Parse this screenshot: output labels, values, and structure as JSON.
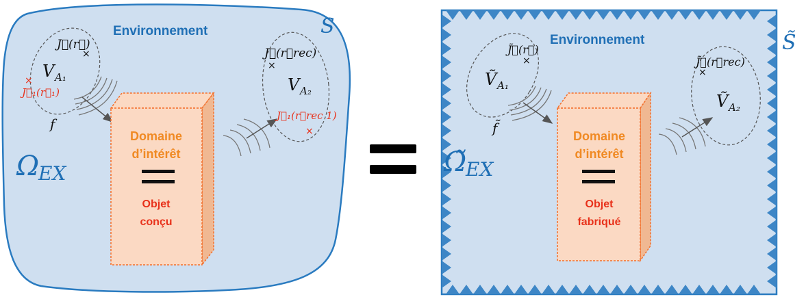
{
  "left": {
    "env_label": "Environnement",
    "surface_label": "S",
    "omega_label": "Ω",
    "omega_sub": "EX",
    "source_current": "J⃗(r⃗)",
    "antenna1": "V",
    "antenna1_sub": "A₁",
    "antenna1_red": "J⃗₁(r⃗₁)",
    "freq": "f",
    "antenna2_current": "J⃗(r⃗rec)",
    "antenna2": "V",
    "antenna2_sub": "A₂",
    "antenna2_red": "J⃗₁(r⃗rec 1)",
    "domain_line1": "Domaine",
    "domain_line2": "d’intérêt",
    "object_line1": "Objet",
    "object_line2": "conçu"
  },
  "equals": "=",
  "right": {
    "env_label": "Environnement",
    "surface_label": "S̃",
    "omega_label": "Ω̃",
    "omega_sub": "EX",
    "source_current": "J̃⃗(r⃗)",
    "antenna1": "Ṽ",
    "antenna1_sub": "A₁",
    "freq": "f̃",
    "antenna2_current": "J̃⃗(r⃗rec)",
    "antenna2": "Ṽ",
    "antenna2_sub": "A₂",
    "domain_line1": "Domaine",
    "domain_line2": "d’intérêt",
    "object_line1": "Objet",
    "object_line2": "fabriqué"
  },
  "colors": {
    "region_fill": "#cfdff0",
    "region_stroke": "#2a7bc0",
    "box_fill": "#fbd9c3",
    "box_stroke": "#f36f2b",
    "absorber": "#3d86c6"
  }
}
